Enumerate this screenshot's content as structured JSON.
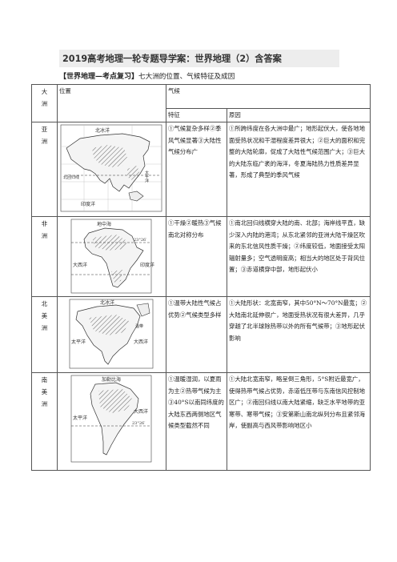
{
  "document": {
    "title": "2019高考地理一轮专题导学案：世界地理（2）含答案",
    "subtitle_bold": "【世界地理—考点复习】",
    "subtitle_rest": "七大洲的位置、气候特征及成因"
  },
  "table": {
    "header_continent": "大洲",
    "header_location": "位置",
    "header_climate": "气候",
    "header_feature": "特征",
    "header_cause": "原因",
    "rows": [
      {
        "continent": "亚洲",
        "feature": "①气候复杂多样②季风气候显著③大陆性气候分布广",
        "cause": "①所跨纬度在各大洲中最广；地形起伏大，使各地地面受热状况和干湿程度差异很大；②巨大的面积和完整的大陆轮廓，促成了大陆性气候范围广大；③巨大的大陆东临广袤的海洋，冬夏海陆热力性质差异显著，形成了典型的季风气候",
        "map_labels": [
          "北冰洋",
          "北回归线",
          "印度洋",
          "太平洋"
        ]
      },
      {
        "continent": "非洲",
        "feature": "①干燥②暖热③气候南北对称分布",
        "cause": "①南北回归线横穿大陆的南、北部；海岸线平直，缺少深入内陆的港湾；从东北紧邻的亚洲大陆干燥区吹来的东北信风性质干燥；②纬度较低，地面接受太阳辐射量多；空气透明度高；相当大的地区处于背风位置；③赤道横穿中部，地形起伏小",
        "map_labels": [
          "地中海",
          "大西洋",
          "印度洋",
          "23°26′"
        ]
      },
      {
        "continent": "北美洲",
        "feature": "①温带大陆性气候占优势②气候类型多样",
        "cause": "①大陆形状：北宽南窄，其中50°N～70°N最宽；②大陆南北延伸很广，地面受热状况有很大差异，几乎穿越了北半球除热带以外的所有气候带；③地形起伏影响",
        "map_labels": [
          "北冰洋",
          "太平洋",
          "大西洋",
          "温带"
        ]
      },
      {
        "continent": "南美洲",
        "feature": "①温暖湿润，以夏雨为主②热带气候为主③40°S以南同纬度的大陆东西两侧地区气候类型截然不同",
        "cause": "①大陆北宽南窄，略呈倒三角形，5°S附近最宽广，使得热带气候占优势，赤道低压带与东南信风控制地区广；②南回归线以南大陆紧缩，缺乏水平地带的亚寒带、寒带气候；③安第斯山南北纵列分布且紧邻海岸，使副高与西风带影响地区小",
        "map_labels": [
          "加勒比海",
          "太平洋",
          "大西洋",
          "23°26′"
        ]
      }
    ]
  }
}
